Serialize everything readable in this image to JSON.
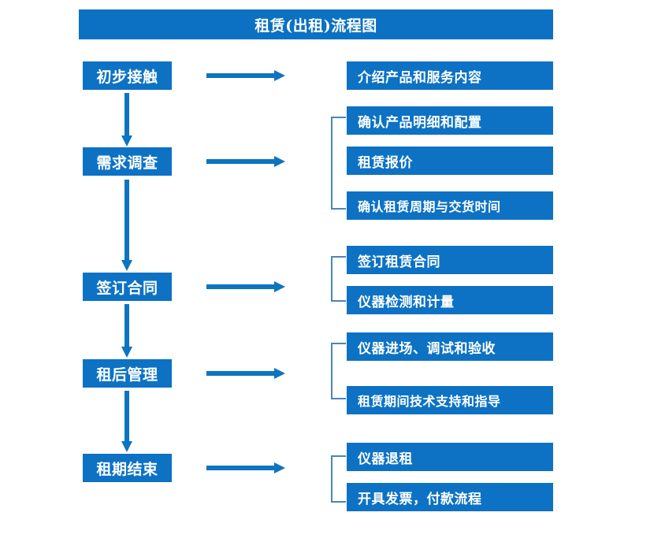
{
  "header": {
    "title": "租赁(出租)流程图",
    "bar_color": "#0c71c3",
    "text_color": "#ffffff"
  },
  "theme": {
    "box_fill": "#0d72c4",
    "arrow_color": "#0c74c0",
    "bracket_color": "#4a86b8",
    "box_text": "#ffffff",
    "page_background": "#ffffff"
  },
  "flow": {
    "stages": [
      {
        "id": "stage-1",
        "label": "初步接触",
        "arrow_name": "arrow-stage-1-to-details",
        "details": [
          {
            "id": "detail-1-1",
            "label": "介绍产品和服务内容"
          }
        ],
        "bracket": false
      },
      {
        "id": "stage-2",
        "label": "需求调查",
        "arrow_name": "arrow-stage-2-to-details",
        "details": [
          {
            "id": "detail-2-1",
            "label": "确认产品明细和配置"
          },
          {
            "id": "detail-2-2",
            "label": "租赁报价"
          },
          {
            "id": "detail-2-3",
            "label": "确认租赁周期与交货时间"
          }
        ],
        "bracket": true
      },
      {
        "id": "stage-3",
        "label": "签订合同",
        "arrow_name": "arrow-stage-3-to-details",
        "details": [
          {
            "id": "detail-3-1",
            "label": "签订租赁合同"
          },
          {
            "id": "detail-3-2",
            "label": "仪器检测和计量"
          }
        ],
        "bracket": true
      },
      {
        "id": "stage-4",
        "label": "租后管理",
        "arrow_name": "arrow-stage-4-to-details",
        "details": [
          {
            "id": "detail-4-1",
            "label": "仪器进场、调试和验收"
          },
          {
            "id": "detail-4-2",
            "label": "租赁期间技术支持和指导"
          }
        ],
        "bracket": true
      },
      {
        "id": "stage-5",
        "label": "租期结束",
        "arrow_name": "arrow-stage-5-to-details",
        "details": [
          {
            "id": "detail-5-1",
            "label": "仪器退租"
          },
          {
            "id": "detail-5-2",
            "label": "开具发票，付款流程"
          }
        ],
        "bracket": true
      }
    ],
    "stage_connectors": [
      {
        "id": "connector-1-2",
        "from": "初步接触",
        "to": "需求调查"
      },
      {
        "id": "connector-2-3",
        "from": "需求调查",
        "to": "签订合同"
      },
      {
        "id": "connector-3-4",
        "from": "签订合同",
        "to": "租后管理"
      },
      {
        "id": "connector-4-5",
        "from": "租后管理",
        "to": "租期结束"
      }
    ]
  }
}
